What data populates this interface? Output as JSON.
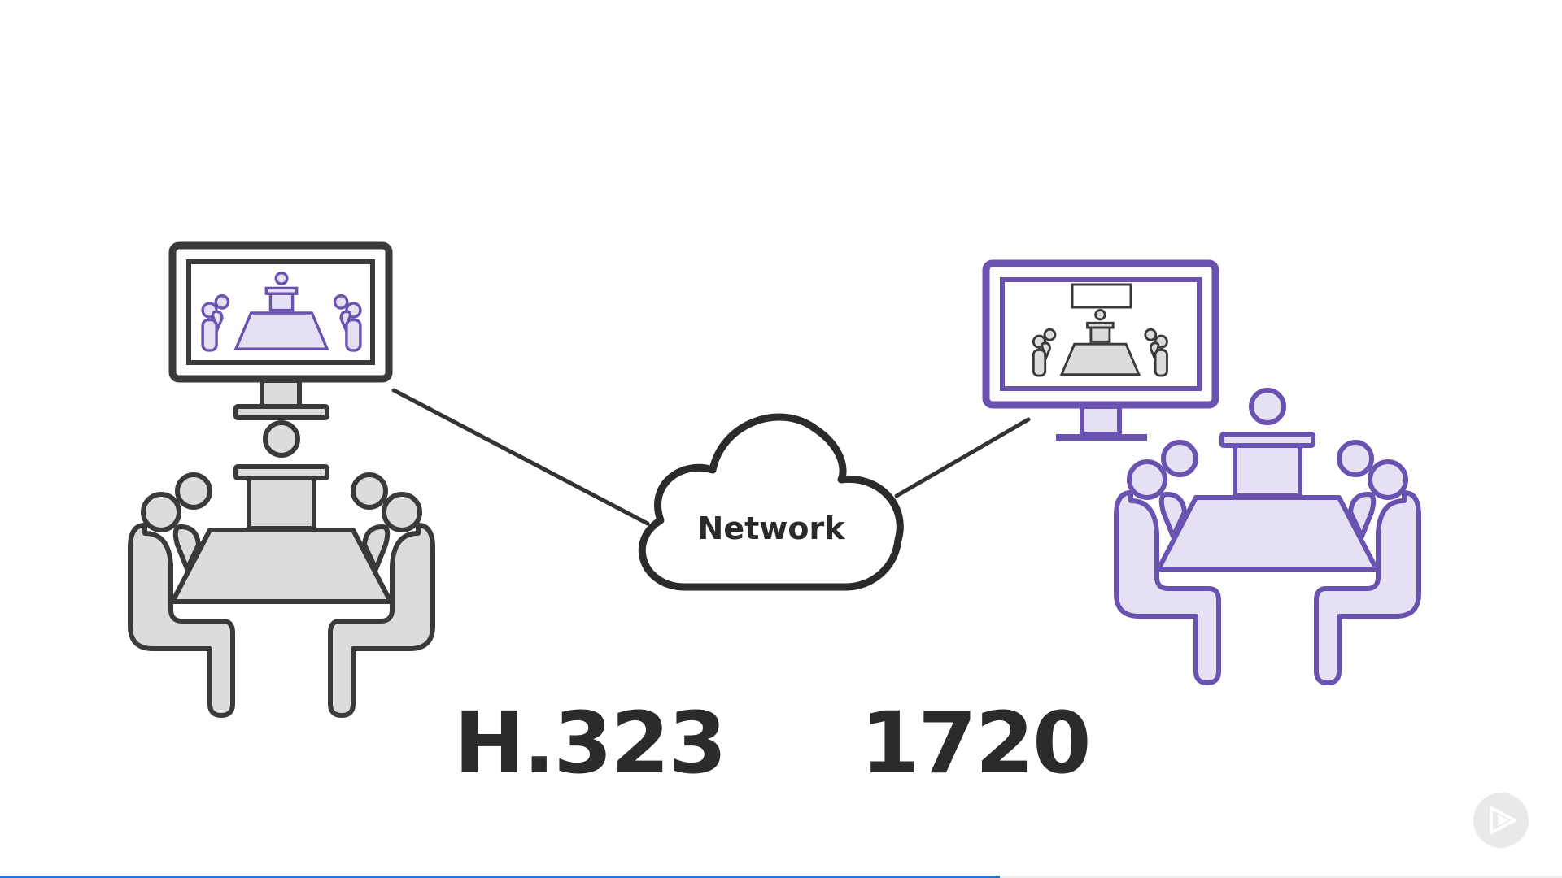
{
  "diagram": {
    "cloud_label": "Network",
    "labels": {
      "protocol": "H.323",
      "port": "1720"
    }
  },
  "colors": {
    "gray_stroke": "#3a3a3a",
    "gray_fill": "#dcdcdc",
    "purple_stroke": "#6a52b0",
    "purple_fill": "#e6e0f5",
    "text": "#2b2b2b",
    "progress": "#1f78c8"
  },
  "player": {
    "progress": 0.64,
    "logo_icon": "play-logo-icon"
  }
}
